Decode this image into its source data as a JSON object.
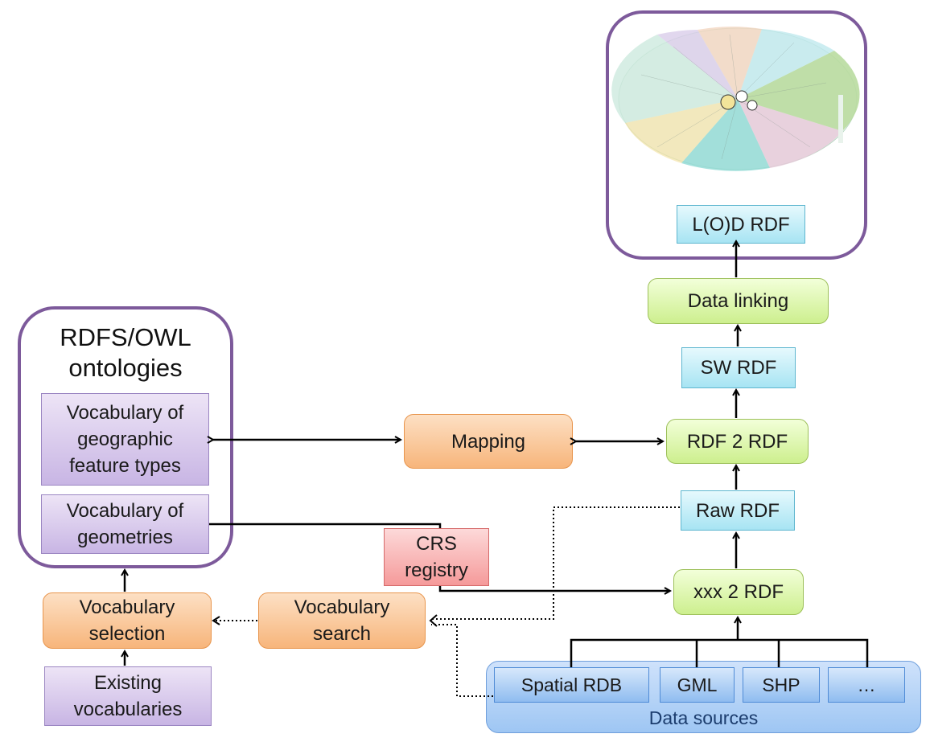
{
  "ontologies": {
    "title": "RDFS/OWL\nontologies",
    "vocab_feature_types": "Vocabulary of\ngeographic\nfeature types",
    "vocab_geometries": "Vocabulary of\ngeometries"
  },
  "left_flow": {
    "vocabulary_selection": "Vocabulary\nselection",
    "existing_vocabularies": "Existing\nvocabularies",
    "vocabulary_search": "Vocabulary\nsearch"
  },
  "middle": {
    "mapping": "Mapping",
    "crs_registry": "CRS\nregistry"
  },
  "pipeline": {
    "lod_rdf": "L(O)D RDF",
    "data_linking": "Data linking",
    "sw_rdf": "SW RDF",
    "rdf2rdf": "RDF 2 RDF",
    "raw_rdf": "Raw RDF",
    "xxx2rdf": "xxx 2 RDF"
  },
  "data_sources": {
    "label": "Data sources",
    "items": [
      "Spatial RDB",
      "GML",
      "SHP",
      "…"
    ]
  },
  "colors": {
    "container_border": "#7d5a9b",
    "orange": "#f7b57b",
    "green": "#cdef8e",
    "cyan": "#a7e4f3",
    "purple": "#c8b5e4",
    "red": "#f59a9a",
    "blue": "#8fbcf0"
  }
}
